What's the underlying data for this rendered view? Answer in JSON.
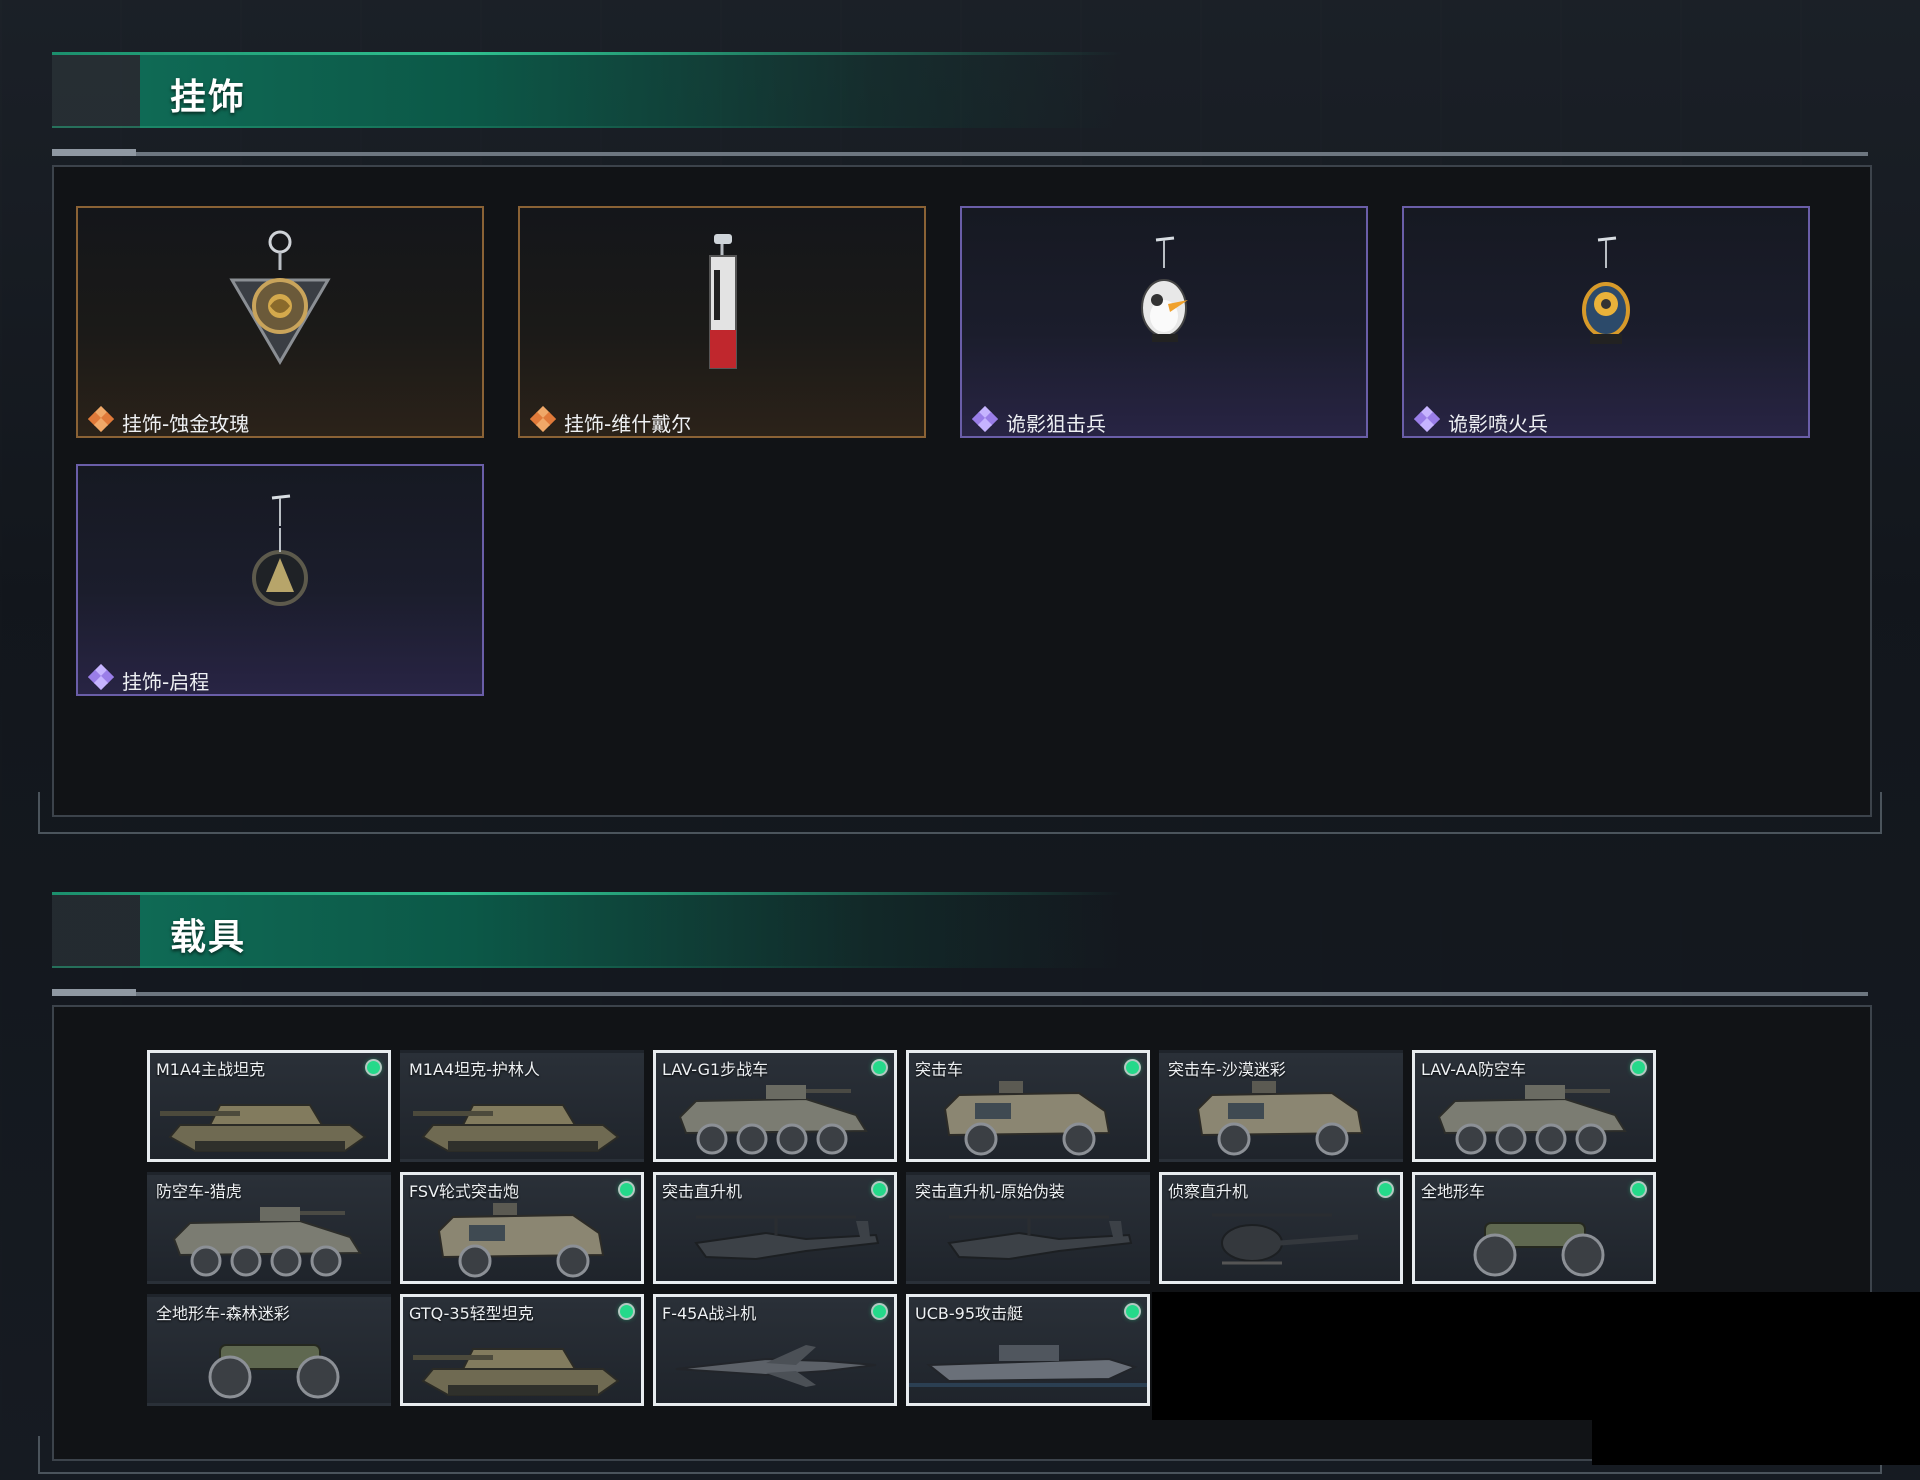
{
  "sections": {
    "charms": {
      "title": "挂饰"
    },
    "vehicles": {
      "title": "载具"
    }
  },
  "charms": [
    {
      "name": "挂饰-蚀金玫瑰",
      "rarity": "gold",
      "icon": "rose-medal-charm-icon"
    },
    {
      "name": "挂饰-维什戴尔",
      "rarity": "gold",
      "icon": "tag-charm-icon"
    },
    {
      "name": "诡影狙击兵",
      "rarity": "purple",
      "icon": "penguin-sniper-charm-icon"
    },
    {
      "name": "诡影喷火兵",
      "rarity": "purple",
      "icon": "penguin-flamer-charm-icon"
    },
    {
      "name": "挂饰-启程",
      "rarity": "purple",
      "icon": "emblem-charm-icon"
    }
  ],
  "vehicles": [
    {
      "name": "M1A4主战坦克",
      "selected": true,
      "owned": true,
      "type": "tank"
    },
    {
      "name": "M1A4坦克-护林人",
      "selected": false,
      "owned": false,
      "type": "tank"
    },
    {
      "name": "LAV-G1步战车",
      "selected": true,
      "owned": true,
      "type": "apc"
    },
    {
      "name": "突击车",
      "selected": true,
      "owned": true,
      "type": "truck"
    },
    {
      "name": "突击车-沙漠迷彩",
      "selected": false,
      "owned": false,
      "type": "truck"
    },
    {
      "name": "LAV-AA防空车",
      "selected": true,
      "owned": true,
      "type": "apc"
    },
    {
      "name": "防空车-猎虎",
      "selected": false,
      "owned": false,
      "type": "apc"
    },
    {
      "name": "FSV轮式突击炮",
      "selected": true,
      "owned": true,
      "type": "truck"
    },
    {
      "name": "突击直升机",
      "selected": true,
      "owned": true,
      "type": "heli"
    },
    {
      "name": "突击直升机-原始伪装",
      "selected": false,
      "owned": false,
      "type": "heli"
    },
    {
      "name": "侦察直升机",
      "selected": true,
      "owned": true,
      "type": "scout"
    },
    {
      "name": "全地形车",
      "selected": true,
      "owned": true,
      "type": "atv"
    },
    {
      "name": "全地形车-森林迷彩",
      "selected": false,
      "owned": false,
      "type": "atv"
    },
    {
      "name": "GTQ-35轻型坦克",
      "selected": true,
      "owned": true,
      "type": "tank"
    },
    {
      "name": "F-45A战斗机",
      "selected": true,
      "owned": true,
      "type": "jet"
    },
    {
      "name": "UCB-95攻击艇",
      "selected": true,
      "owned": true,
      "type": "boat"
    }
  ],
  "colors": {
    "accent_green": "#25d98a",
    "rarity_gold": "#8a6235",
    "rarity_purple": "#6a5ea8"
  }
}
